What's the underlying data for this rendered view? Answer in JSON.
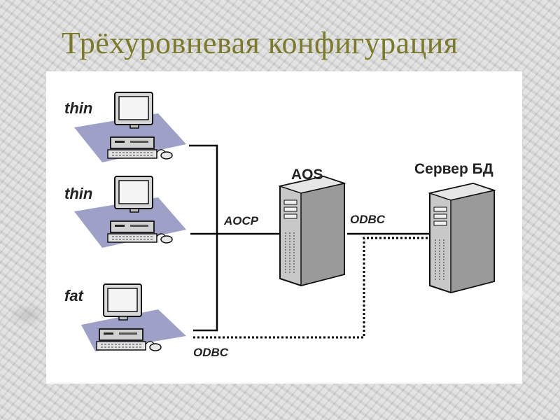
{
  "title": "Трёхуровневая конфигурация",
  "diagram": {
    "clients": [
      {
        "label": "thin"
      },
      {
        "label": "thin"
      },
      {
        "label": "fat"
      }
    ],
    "aos_label": "AOS",
    "db_server_label": "Сервер БД",
    "connections": {
      "client_to_aos": "AOCP",
      "aos_to_db": "ODBC",
      "fat_to_db": "ODBC"
    },
    "colors": {
      "title": "#7a7a2a",
      "client_shadow": "#9fa0c7",
      "line": "#000000"
    }
  }
}
